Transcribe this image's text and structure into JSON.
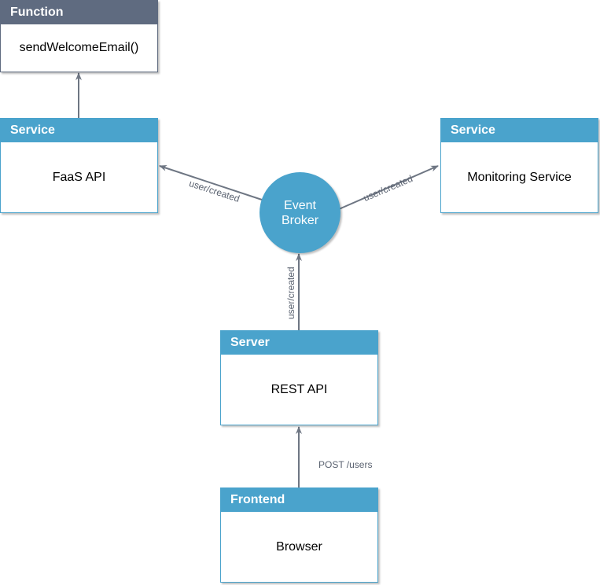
{
  "nodes": {
    "function": {
      "header": "Function",
      "label": "sendWelcomeEmail()"
    },
    "faas": {
      "header": "Service",
      "label": "FaaS API"
    },
    "monitoring": {
      "header": "Service",
      "label": "Monitoring Service"
    },
    "server": {
      "header": "Server",
      "label": "REST API"
    },
    "frontend": {
      "header": "Frontend",
      "label": "Browser"
    }
  },
  "broker": {
    "line1": "Event",
    "line2": "Broker"
  },
  "edges": {
    "to_faas": "user/created",
    "to_monitoring": "user/created",
    "server_to_broker": "user/created",
    "frontend_to_server": "POST /users"
  },
  "colors": {
    "header_blue": "#4aa3cc",
    "header_slate": "#5f6b80",
    "arrow": "#6e7683"
  }
}
